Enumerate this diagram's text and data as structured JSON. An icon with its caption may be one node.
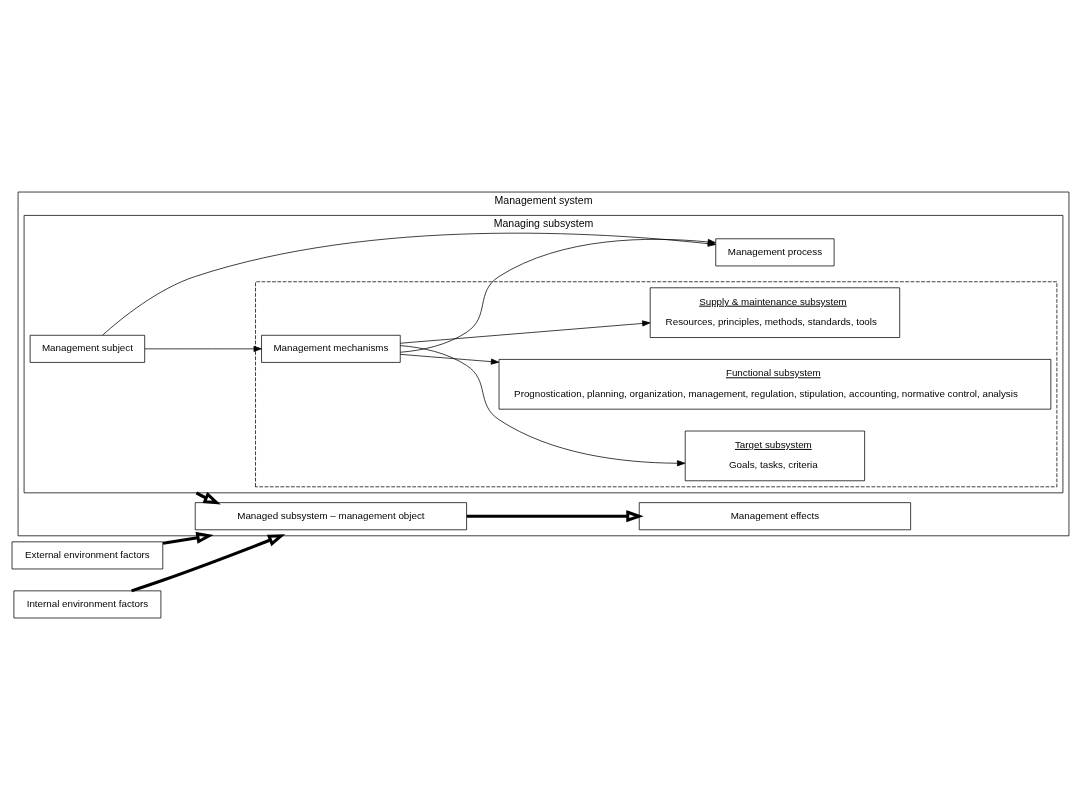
{
  "diagram": {
    "nodes": [
      {
        "text": [
          "Management system"
        ]
      },
      {
        "text": [
          "Managing subsystem"
        ],
        "in": 0
      },
      {
        "text": [],
        "shape": "box",
        "in": 1
      },
      {
        "text": [
          "Management subject"
        ],
        "in": 1
      },
      {
        "text": [
          "Management process"
        ],
        "in": 1
      },
      {
        "text": [
          "Management mechanisms"
        ],
        "in": 2
      },
      {
        "text": [
          "Target subsystem",
          "Goals, tasks, criteria"
        ],
        "in": 2
      },
      {
        "text": [
          "Functional subsystem",
          "Prognostication, planning, organization, management, regulation, stipulation, accounting, normative control, analysis"
        ],
        "in": 2
      },
      {
        "text": [
          "Supply & maintenance subsystem",
          "Resources, principles, methods, standards, tools"
        ],
        "in": 2
      },
      {
        "text": [
          "Managed subsystem – management object"
        ],
        "in": 0
      },
      {
        "text": [
          "Management effects"
        ],
        "in": 0
      },
      {
        "text": [
          "External environment factors"
        ]
      },
      {
        "text": [
          "Internal environment factors"
        ]
      }
    ],
    "edges": [
      {
        "from": 3,
        "to": 5,
        "arrow": "to"
      },
      {
        "from": 5,
        "to": 6,
        "arrow": "to"
      },
      {
        "from": 5,
        "to": 7,
        "arrow": "to"
      },
      {
        "from": 5,
        "to": 8,
        "arrow": "to"
      },
      {
        "from": 3,
        "to": 4,
        "arrow": "to"
      },
      {
        "from": 5,
        "to": 4,
        "arrow": "to"
      },
      {
        "from": 11,
        "to": 0,
        "arrow": "to",
        "style": "thick"
      },
      {
        "from": 12,
        "to": 0,
        "arrow": "to",
        "style": "thick"
      },
      {
        "from": 1,
        "to": 9,
        "arrow": "to",
        "style": "thick"
      },
      {
        "from": 9,
        "to": 10,
        "arrow": "to",
        "style": "thick"
      }
    ]
  }
}
